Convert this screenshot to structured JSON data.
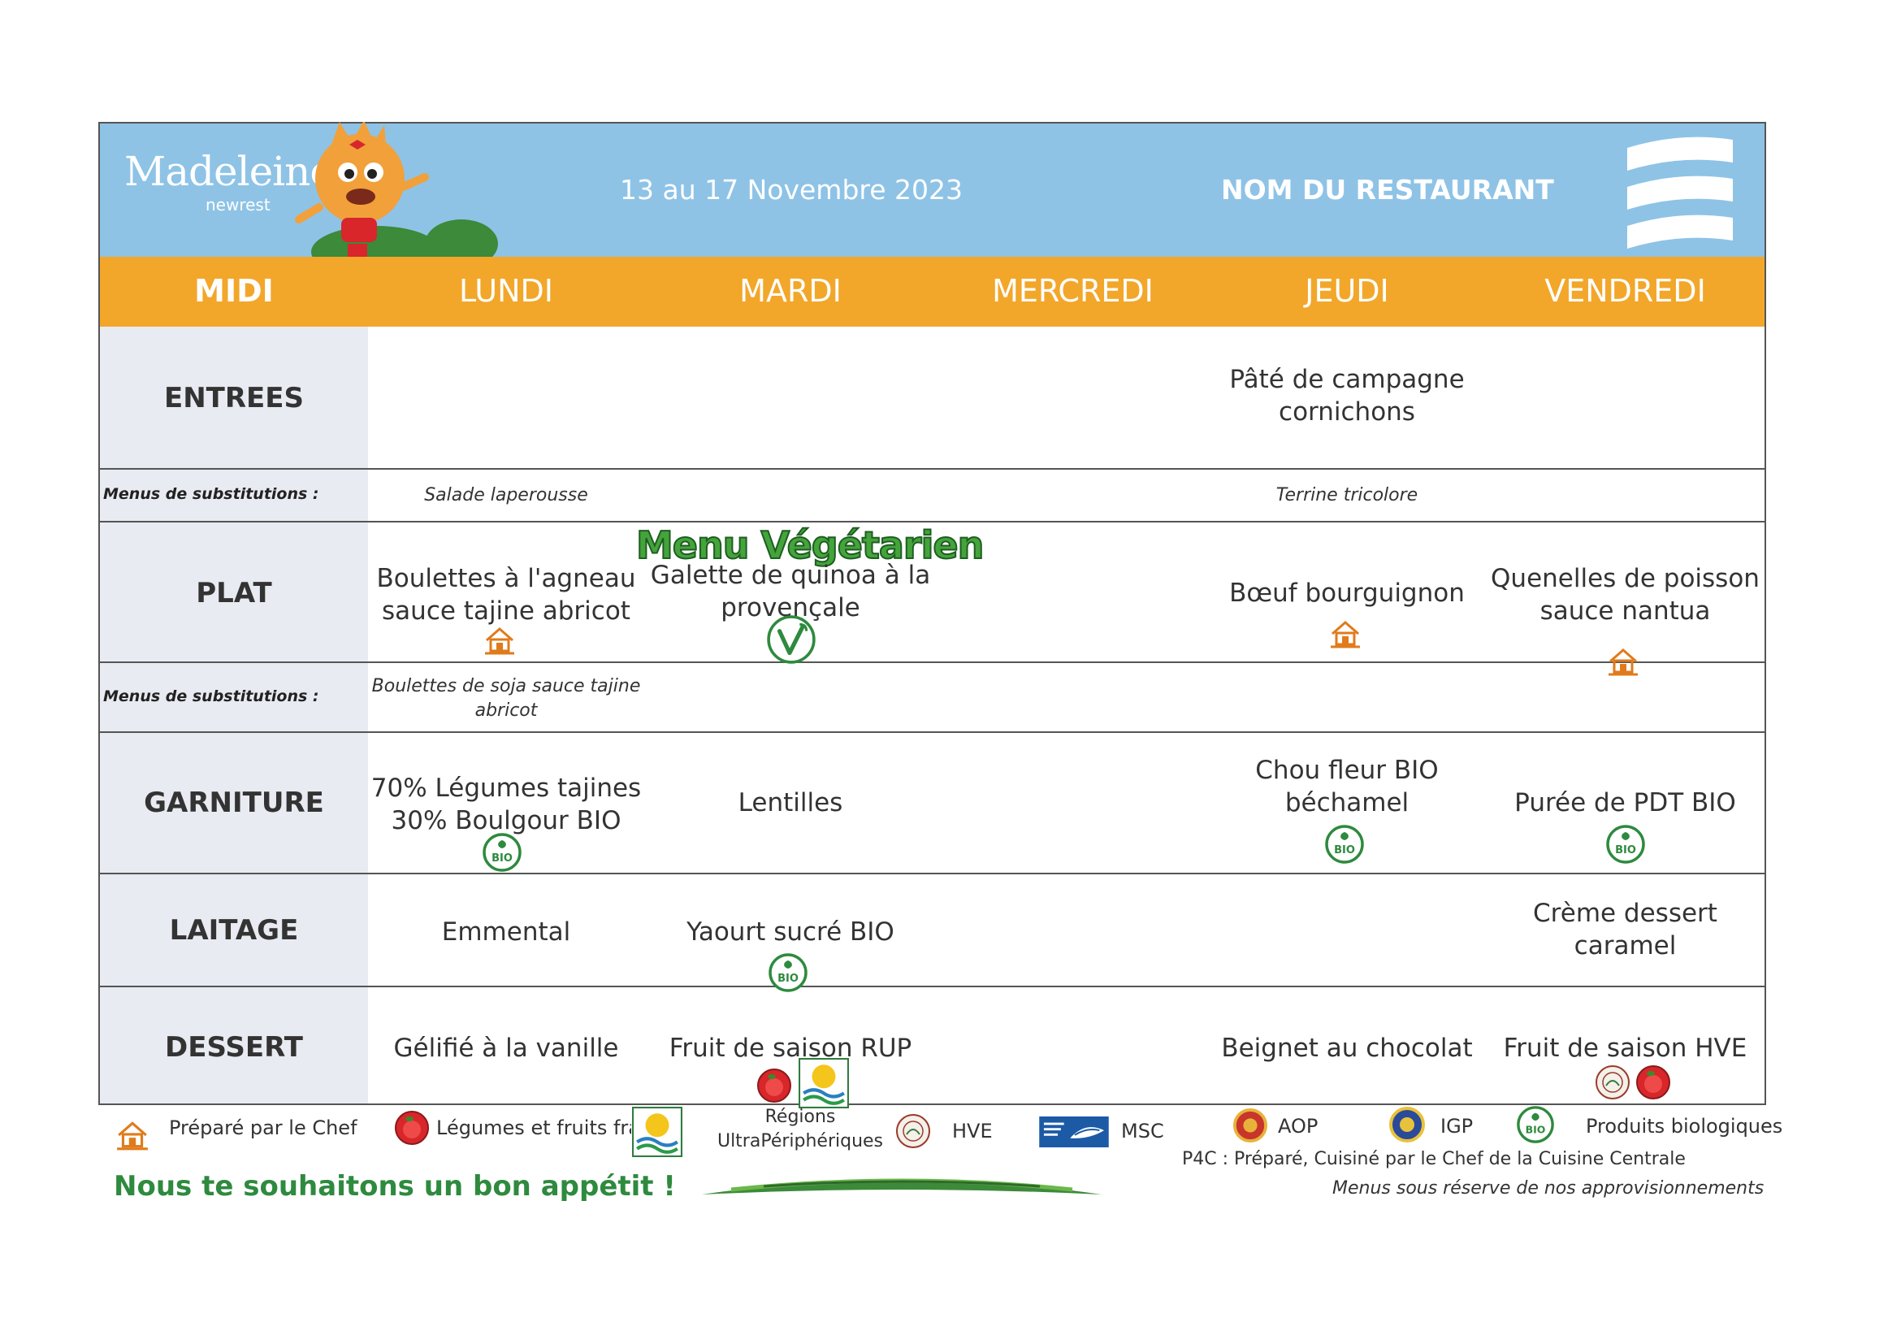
{
  "header": {
    "logo": "Madeleine",
    "logo_sub": "newrest",
    "dates": "13 au 17 Novembre 2023",
    "restaurant": "NOM DU RESTAURANT"
  },
  "days": {
    "meal": "MIDI",
    "mon": "LUNDI",
    "tue": "MARDI",
    "wed": "MERCREDI",
    "thu": "JEUDI",
    "fri": "VENDREDI"
  },
  "rows": {
    "entrees": "ENTREES",
    "sub_label": "Menus de substitutions :",
    "plat": "PLAT",
    "garniture": "GARNITURE",
    "laitage": "LAITAGE",
    "dessert": "DESSERT"
  },
  "menu": {
    "entrees_thu_1": "Pâté de campagne",
    "entrees_thu_2": "cornichons",
    "sub1_mon": "Salade laperousse",
    "sub1_thu": "Terrine tricolore",
    "veg_title": "Menu Végétarien",
    "plat_mon_1": "Boulettes à l'agneau",
    "plat_mon_2": "sauce tajine abricot",
    "plat_tue_1": "Galette de quinoa à la",
    "plat_tue_2": "provençale",
    "plat_thu": "Bœuf bourguignon",
    "plat_fri_1": "Quenelles de poisson",
    "plat_fri_2": "sauce nantua",
    "sub2_mon_1": "Boulettes de soja sauce tajine",
    "sub2_mon_2": "abricot",
    "garn_mon_1": "70% Légumes tajines",
    "garn_mon_2": "30% Boulgour BIO",
    "garn_tue": "Lentilles",
    "garn_thu_1": "Chou fleur BIO",
    "garn_thu_2": "béchamel",
    "garn_fri": "Purée de PDT BIO",
    "lait_mon": "Emmental",
    "lait_tue": "Yaourt sucré BIO",
    "lait_fri_1": "Crème dessert",
    "lait_fri_2": "caramel",
    "des_mon": "Gélifié à la vanille",
    "des_tue": "Fruit de saison RUP",
    "des_thu": "Beignet au chocolat",
    "des_fri": "Fruit de saison HVE"
  },
  "icons": {
    "chef": "chef-house-icon",
    "fresh": "fresh-produce-icon",
    "rup": "rup-sun-icon",
    "hve": "hve-seal-icon",
    "msc": "msc-fish-icon",
    "aop": "aop-seal-icon",
    "igp": "igp-seal-icon",
    "bio": "bio-leaf-icon",
    "veg": "vegetarian-v-icon",
    "bio_text": "BIO"
  },
  "legend": {
    "chef": "Préparé par le Chef",
    "fresh": "Légumes et fruits frais",
    "rup_1": "Régions",
    "rup_2": "UltraPériphériques",
    "hve": "HVE",
    "msc": "MSC",
    "aop": "AOP",
    "igp": "IGP",
    "bio": "Produits biologiques"
  },
  "footer": {
    "bon_appetit": "Nous te souhaitons un bon appétit !",
    "p4c": "P4C : Préparé, Cuisiné par le Chef de la Cuisine Centrale",
    "reserve": "Menus sous réserve de nos approvisionnements"
  },
  "colors": {
    "header_blue": "#8ec3e6",
    "day_orange": "#f2a72a",
    "label_grey": "#e9ebf2",
    "bio_green": "#2e8a3e",
    "chef_orange": "#e07b1b",
    "fresh_red": "#d8262b"
  }
}
